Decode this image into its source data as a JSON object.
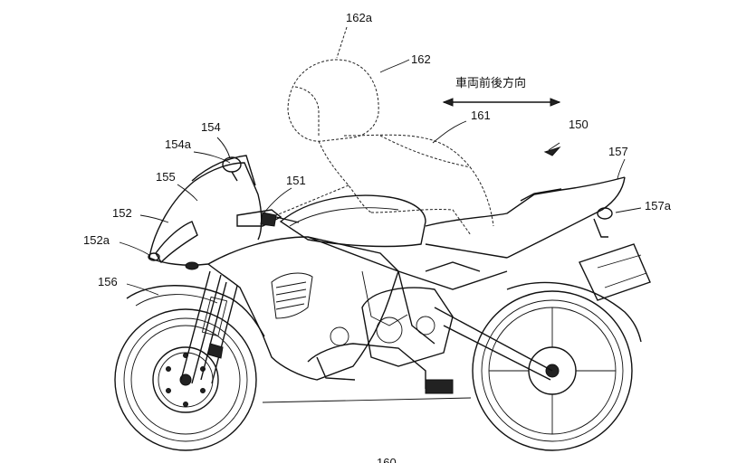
{
  "direction": {
    "text": "車両前後方向"
  },
  "labels": {
    "l162a": "162a",
    "l162": "162",
    "l161": "161",
    "l150": "150",
    "l154": "154",
    "l154a": "154a",
    "l155": "155",
    "l151": "151",
    "l152": "152",
    "l152a": "152a",
    "l156": "156",
    "l157": "157",
    "l157a": "157a",
    "l160": "160"
  }
}
